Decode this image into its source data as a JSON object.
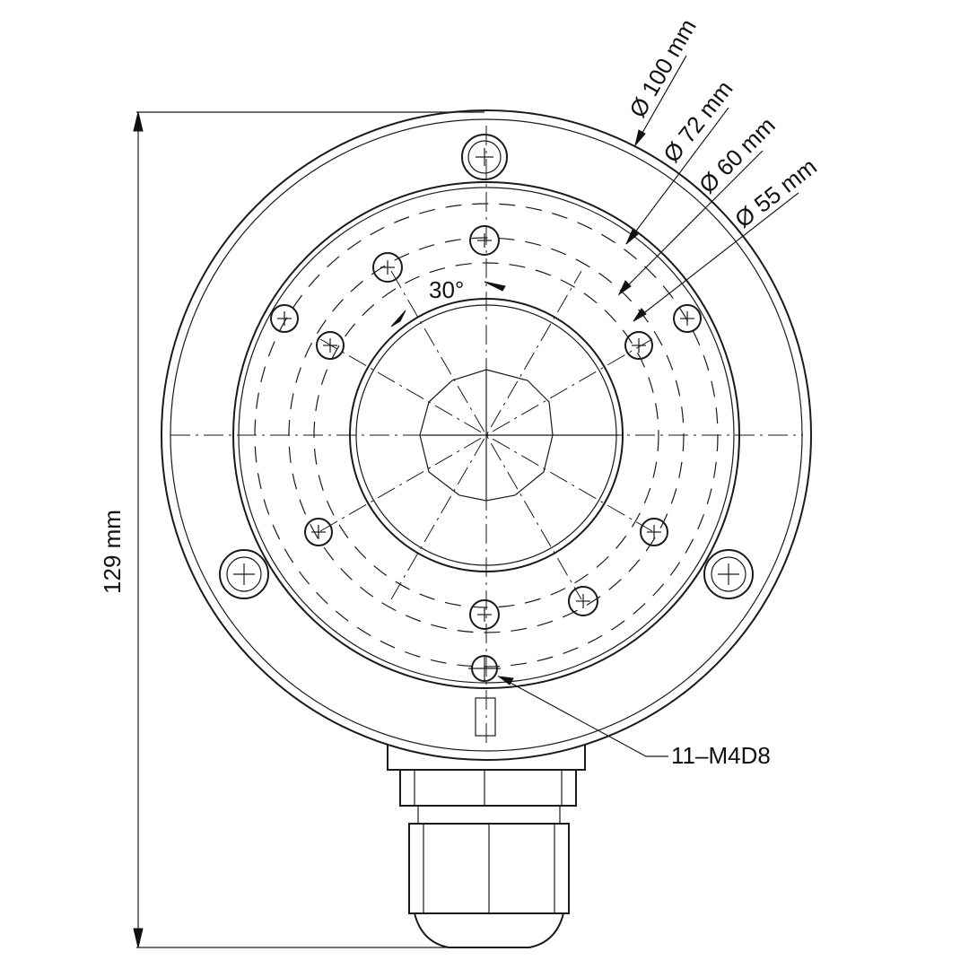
{
  "dimensions": {
    "overall_height": "129 mm",
    "dia_100": "Ø 100 mm",
    "dia_72": "Ø 72 mm",
    "dia_60": "Ø 60 mm",
    "dia_55": "Ø 55 mm",
    "angle": "30°",
    "holes": "11–M4D8"
  },
  "colors": {
    "line": "#1a1a1a",
    "background": "#ffffff"
  }
}
